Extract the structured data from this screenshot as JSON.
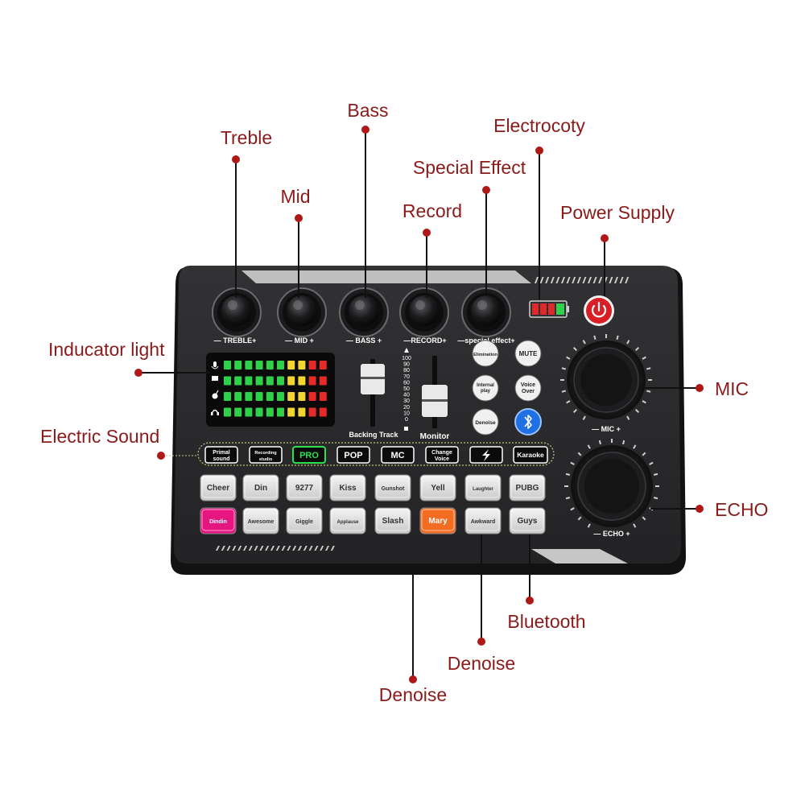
{
  "callouts": {
    "treble": "Treble",
    "mid": "Mid",
    "bass": "Bass",
    "electrocoty": "Electrocoty",
    "special_effect": "Special Effect",
    "record": "Record",
    "power_supply": "Power Supply",
    "indicator_light": "Inducator light",
    "electric_sound": "Electric Sound",
    "mic": "MIC",
    "echo": "ECHO",
    "bluetooth": "Bluetooth",
    "denoise_1": "Denoise",
    "denoise_2": "Denoise"
  },
  "knobs": {
    "treble": "TREBLE",
    "mid": "MID",
    "bass": "BASS",
    "record": "RECORD",
    "special": "special effect",
    "minus": "—",
    "plus": "+"
  },
  "big_knobs": {
    "mic": "MIC",
    "echo": "ECHO"
  },
  "sliders": {
    "backing_track": "Backing Track",
    "monitor": "Monitor",
    "scale": [
      "100",
      "90",
      "80",
      "70",
      "60",
      "50",
      "40",
      "30",
      "20",
      "10",
      "0"
    ]
  },
  "round_buttons": {
    "elimination": "Elimination",
    "mute": "MUTE",
    "internal_play_1": "Internal",
    "internal_play_2": "play",
    "voice_over_1": "Voice",
    "voice_over_2": "Over",
    "denoise": "Denoise",
    "bluetooth_icon": "bluetooth-icon"
  },
  "modes": {
    "primal_1": "Primal",
    "primal_2": "sound",
    "recording_1": "Recording",
    "recording_2": "studio",
    "pro": "PRO",
    "pop": "POP",
    "mc": "MC",
    "change_1": "Change",
    "change_2": "Voice",
    "lightning_icon": "lightning-icon",
    "karaoke": "Karaoke"
  },
  "pads": {
    "row1": [
      "Cheer",
      "Din",
      "9277",
      "Kiss",
      "Gunshot",
      "Yell",
      "Laughter",
      "PUBG"
    ],
    "row2": [
      "Dindin",
      "Awesome",
      "Giggle",
      "Applause",
      "Slash",
      "Mary",
      "Awkward",
      "Guys"
    ]
  },
  "meter_icons": [
    "mic-icon",
    "music-icon",
    "guitar-icon",
    "headphones-icon"
  ],
  "colors": {
    "callout_text": "#8b1a1a",
    "callout_dot": "#b01818",
    "device_body": "#2b2b2d",
    "power_button": "#d81f26",
    "pro_mode": "#2fe04a",
    "pad_pink": "#e6157f",
    "pad_orange": "#f36c21",
    "bluetooth_button": "#1f6fe5"
  }
}
